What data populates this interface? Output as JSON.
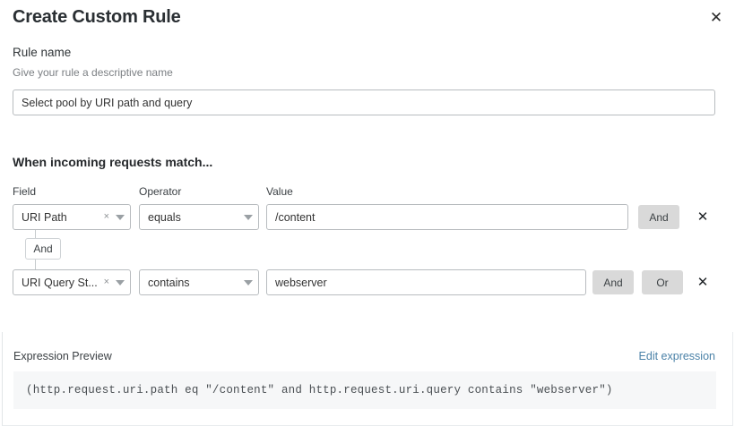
{
  "modal": {
    "title": "Create Custom Rule",
    "close_icon": "close-icon"
  },
  "rule_name": {
    "label": "Rule name",
    "help": "Give your rule a descriptive name",
    "value": "Select pool by URI path and query",
    "placeholder": "Rule name"
  },
  "match_section": {
    "heading": "When incoming requests match...",
    "columns": {
      "field": "Field",
      "operator": "Operator",
      "value": "Value"
    },
    "connector": {
      "label": "And"
    },
    "rows": [
      {
        "field": "URI Path",
        "operator": "equals",
        "value": "/content",
        "clear_icon": "×",
        "caret_icon": "chevron-down-icon",
        "buttons": [
          "And"
        ],
        "delete_icon": "✕"
      },
      {
        "field": "URI Query St...",
        "operator": "contains",
        "value": "webserver",
        "clear_icon": "×",
        "caret_icon": "chevron-down-icon",
        "buttons": [
          "And",
          "Or"
        ],
        "delete_icon": "✕"
      }
    ]
  },
  "preview": {
    "label": "Expression Preview",
    "edit_link": "Edit expression",
    "expression": "(http.request.uri.path eq \"/content\" and http.request.uri.query contains \"webserver\")"
  },
  "colors": {
    "link": "#4b82a8",
    "button_bg": "#d9d9d9",
    "border": "#b8bcbf",
    "code_bg": "#f6f7f8"
  }
}
